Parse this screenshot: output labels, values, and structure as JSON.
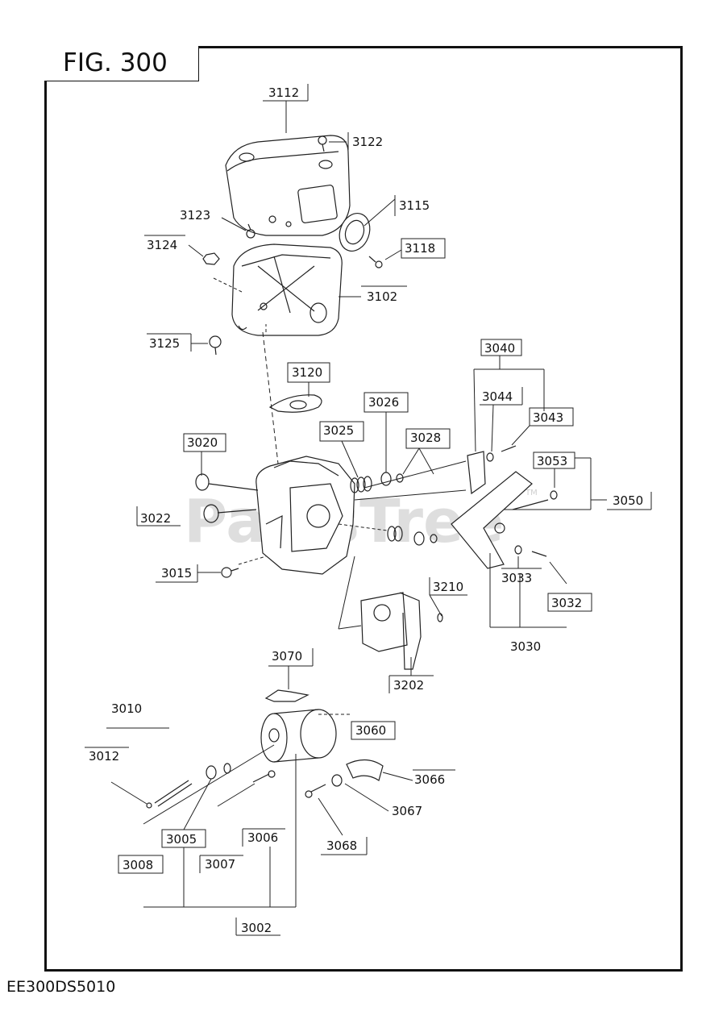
{
  "figure": {
    "title": "FIG. 300",
    "code": "EE300DS5010"
  },
  "watermark": {
    "text": "PartsTree",
    "trademark": "TM"
  },
  "parts": {
    "p3112": "3112",
    "p3122": "3122",
    "p3115": "3115",
    "p3123": "3123",
    "p3118": "3118",
    "p3124": "3124",
    "p3102": "3102",
    "p3125": "3125",
    "p3040": "3040",
    "p3120": "3120",
    "p3026": "3026",
    "p3044": "3044",
    "p3043": "3043",
    "p3025": "3025",
    "p3028": "3028",
    "p3020": "3020",
    "p3053": "3053",
    "p3050": "3050",
    "p3022": "3022",
    "p3015": "3015",
    "p3033": "3033",
    "p3210": "3210",
    "p3032": "3032",
    "p3030": "3030",
    "p3070": "3070",
    "p3202": "3202",
    "p3010": "3010",
    "p3060": "3060",
    "p3012": "3012",
    "p3066": "3066",
    "p3067": "3067",
    "p3005": "3005",
    "p3006": "3006",
    "p3068": "3068",
    "p3008": "3008",
    "p3007": "3007",
    "p3002": "3002"
  }
}
